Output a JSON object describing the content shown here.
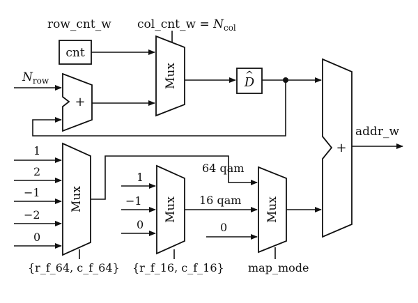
{
  "signals": {
    "row_cnt_w": "row_cnt_w",
    "col_cnt_w": "col_cnt_w = ",
    "n_col_base": "N",
    "n_col_sub": "col",
    "n_row_base": "N",
    "n_row_sub": "row",
    "addr_w": "addr_w"
  },
  "blocks": {
    "cnt": "cnt",
    "mux": "Mux",
    "adder": "+",
    "delay_base": "D",
    "delay_hat": "^"
  },
  "mux64_inputs": [
    "1",
    "2",
    "−1",
    "−2",
    "0"
  ],
  "mux16_inputs": [
    "1",
    "−1",
    "0"
  ],
  "map_inputs": [
    "64 qam",
    "16 qam",
    "0"
  ],
  "selects": {
    "mux64": "{r_f_64, c_f_64}",
    "mux16": "{r_f_16, c_f_16}",
    "map": "map_mode"
  }
}
